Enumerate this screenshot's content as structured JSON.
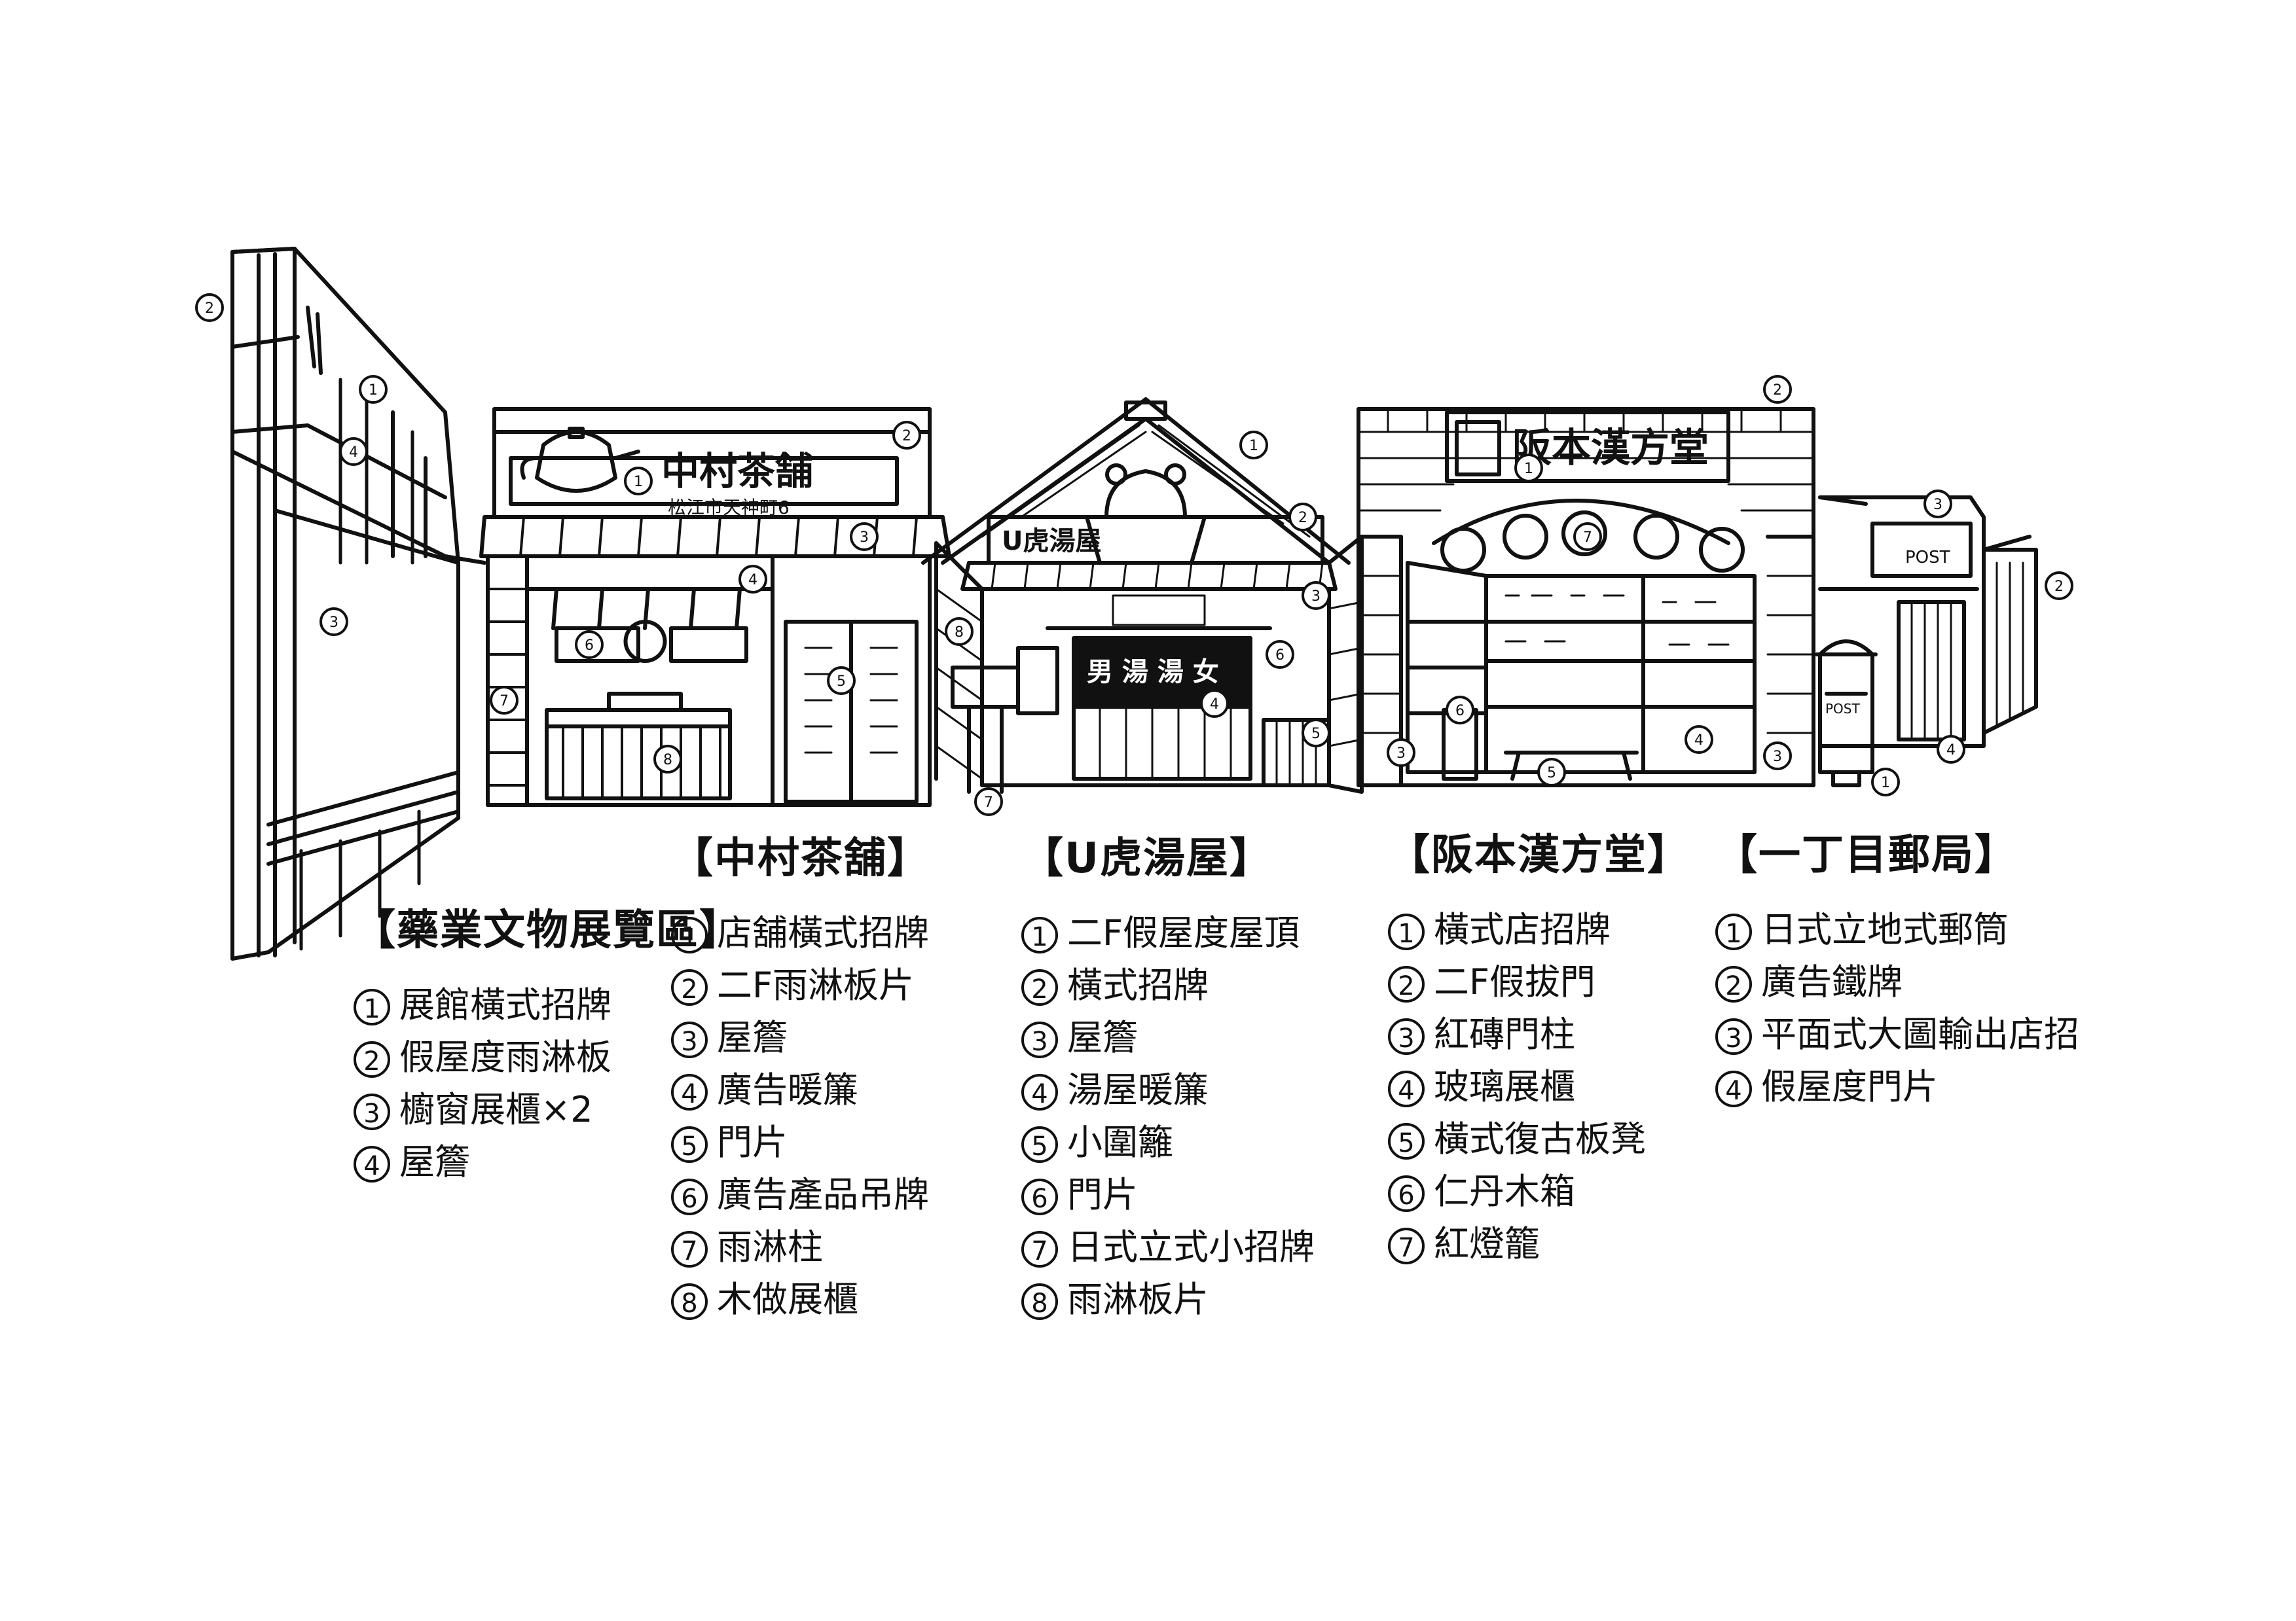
{
  "signs": {
    "nakamura_tea": "中村茶舗",
    "nakamura_address": "松江市天神町6",
    "bathhouse_name": "U虎湯屋",
    "bathhouse_noren": "男 湯 湯 女",
    "kanpodo_name": "阪本漢方堂",
    "post_sign": "POST",
    "post_box": "POST"
  },
  "labels": {
    "s1_2": "2",
    "s1_1": "1",
    "s1_4": "4",
    "s1_3": "3",
    "s2_1": "1",
    "s2_2": "2",
    "s2_3": "3",
    "s2_4": "4",
    "s2_5": "5",
    "s2_6": "6",
    "s2_7": "7",
    "s2_8": "8",
    "s3_1": "1",
    "s3_2": "2",
    "s3_3": "3",
    "s3_4": "4",
    "s3_5": "5",
    "s3_6": "6",
    "s3_7": "7",
    "s3_8": "8",
    "s4_1": "1",
    "s4_2": "2",
    "s4_3": "3",
    "s4_4": "4",
    "s4_5": "5",
    "s4_6": "6",
    "s4_7": "7",
    "s4_3b": "3",
    "s5_1": "1",
    "s5_2": "2",
    "s5_3": "3",
    "s5_4": "4"
  },
  "legends": [
    {
      "title": "【藥業文物展覽區】",
      "items": [
        {
          "n": "1",
          "text": "展館橫式招牌"
        },
        {
          "n": "2",
          "text": "假屋度雨淋板"
        },
        {
          "n": "3",
          "text": "櫥窗展櫃×2"
        },
        {
          "n": "4",
          "text": "屋簷"
        }
      ]
    },
    {
      "title": "【中村茶舖】",
      "items": [
        {
          "n": "1",
          "text": "店舖橫式招牌"
        },
        {
          "n": "2",
          "text": "二F雨淋板片"
        },
        {
          "n": "3",
          "text": "屋簷"
        },
        {
          "n": "4",
          "text": "廣告暖簾"
        },
        {
          "n": "5",
          "text": "門片"
        },
        {
          "n": "6",
          "text": "廣告產品吊牌"
        },
        {
          "n": "7",
          "text": "雨淋柱"
        },
        {
          "n": "8",
          "text": "木做展櫃"
        }
      ]
    },
    {
      "title": "【U虎湯屋】",
      "items": [
        {
          "n": "1",
          "text": "二F假屋度屋頂"
        },
        {
          "n": "2",
          "text": "橫式招牌"
        },
        {
          "n": "3",
          "text": "屋簷"
        },
        {
          "n": "4",
          "text": "湯屋暖簾"
        },
        {
          "n": "5",
          "text": "小圍籬"
        },
        {
          "n": "6",
          "text": "門片"
        },
        {
          "n": "7",
          "text": "日式立式小招牌"
        },
        {
          "n": "8",
          "text": "雨淋板片"
        }
      ]
    },
    {
      "title": "【阪本漢方堂】",
      "items": [
        {
          "n": "1",
          "text": "橫式店招牌"
        },
        {
          "n": "2",
          "text": "二F假拔門"
        },
        {
          "n": "3",
          "text": "紅磚門柱"
        },
        {
          "n": "4",
          "text": "玻璃展櫃"
        },
        {
          "n": "5",
          "text": "橫式復古板凳"
        },
        {
          "n": "6",
          "text": "仁丹木箱"
        },
        {
          "n": "7",
          "text": "紅燈籠"
        }
      ]
    },
    {
      "title": "【一丁目郵局】",
      "items": [
        {
          "n": "1",
          "text": "日式立地式郵筒"
        },
        {
          "n": "2",
          "text": "廣告鐵牌"
        },
        {
          "n": "3",
          "text": "平面式大圖輸出店招"
        },
        {
          "n": "4",
          "text": "假屋度門片"
        }
      ]
    }
  ]
}
